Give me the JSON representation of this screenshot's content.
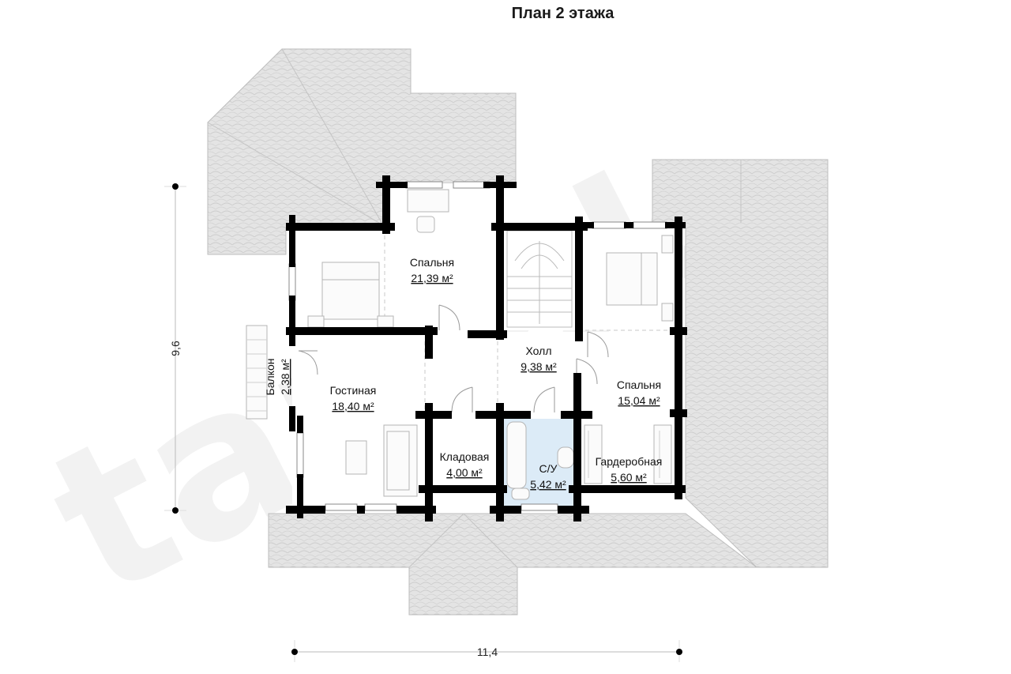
{
  "title": "План 2 этажа",
  "watermark": "tamak",
  "rooms": [
    {
      "name": "Спальня",
      "area": "21,39 м²"
    },
    {
      "name": "Холл",
      "area": "9,38 м²"
    },
    {
      "name": "Спальня",
      "area": "15,04 м²"
    },
    {
      "name": "Гостиная",
      "area": "18,40 м²"
    },
    {
      "name": "Балкон",
      "area": "2,38 м²"
    },
    {
      "name": "Кладовая",
      "area": "4,00 м²"
    },
    {
      "name": "С/У",
      "area": "5,42 м²"
    },
    {
      "name": "Гардеробная",
      "area": "5,60 м²"
    }
  ],
  "dimensions": {
    "width": "11,4",
    "height": "9,6"
  },
  "colors": {
    "wall": "#000000",
    "roof": "#e3e3e3",
    "bathroom": "#dcebf7"
  }
}
